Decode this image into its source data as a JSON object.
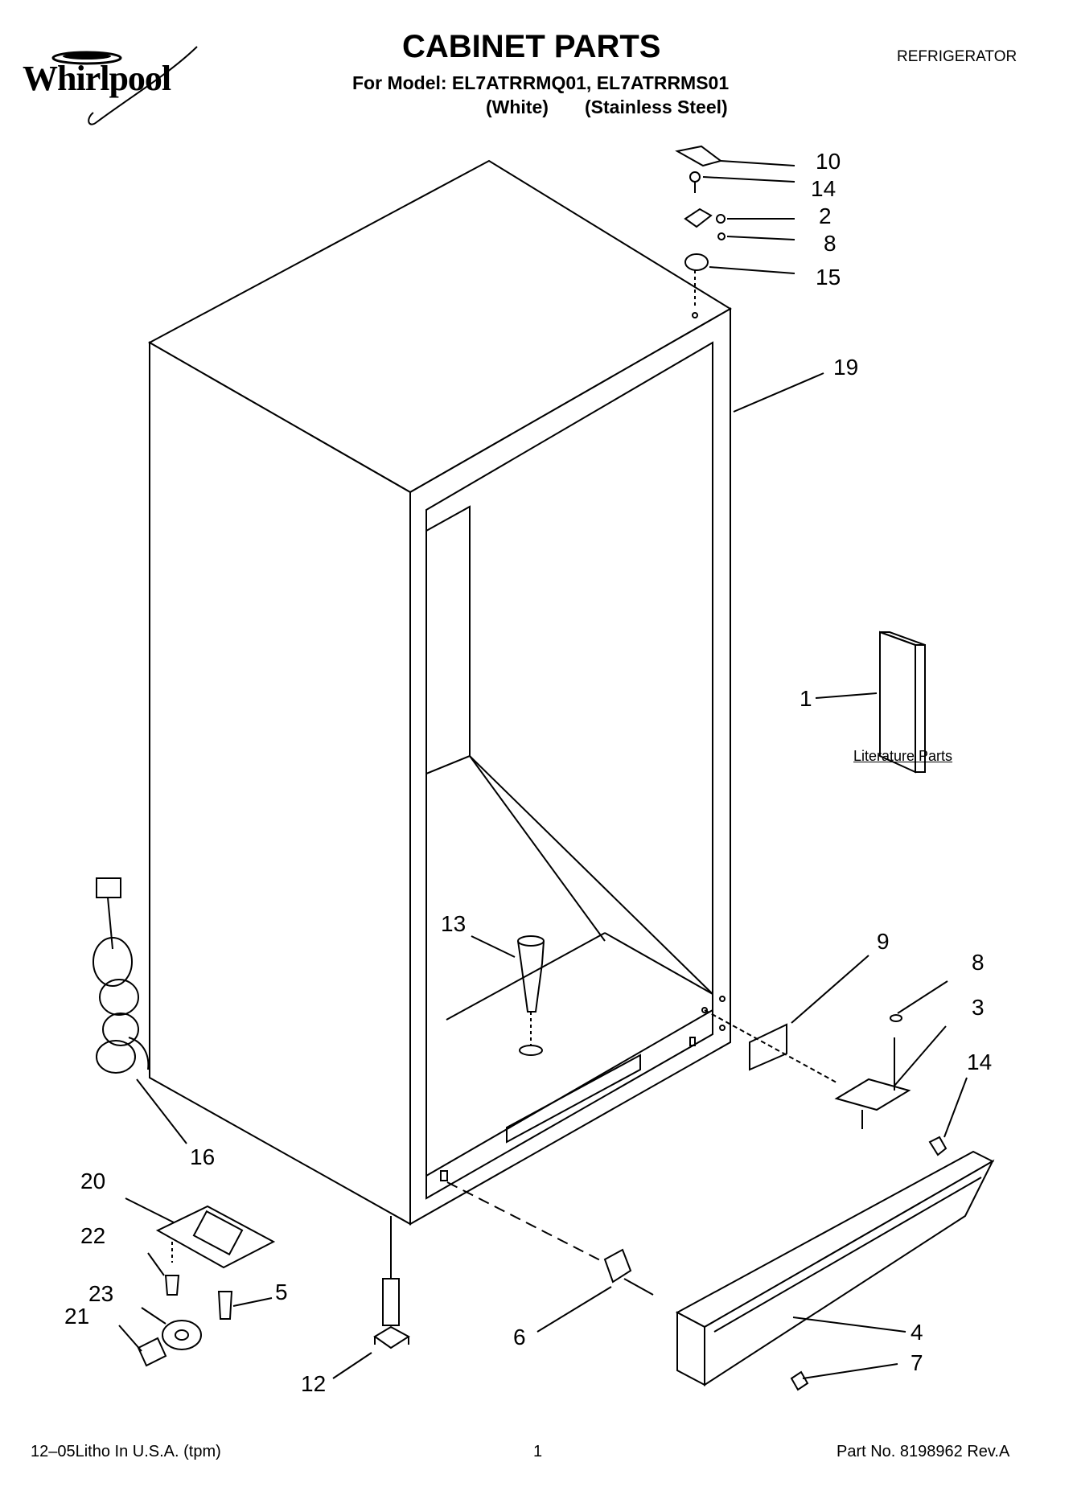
{
  "header": {
    "brand": "Whirlpool",
    "title": "CABINET PARTS",
    "category": "REFRIGERATOR",
    "model_line": "For Model: EL7ATRRMQ01, EL7ATRRMS01",
    "variant_white": "(White)",
    "variant_stainless": "(Stainless Steel)"
  },
  "diagram": {
    "literature_label": "Literature Parts",
    "callouts": {
      "c10": "10",
      "c14a": "14",
      "c2": "2",
      "c8a": "8",
      "c15": "15",
      "c19": "19",
      "c1": "1",
      "c13": "13",
      "c9": "9",
      "c8b": "8",
      "c3": "3",
      "c14b": "14",
      "c16": "16",
      "c20": "20",
      "c22": "22",
      "c5": "5",
      "c23": "23",
      "c21": "21",
      "c12": "12",
      "c6": "6",
      "c4": "4",
      "c7": "7"
    }
  },
  "footer": {
    "litho": "12–05Litho In U.S.A. (tpm)",
    "page": "1",
    "part_no": "Part No. 8198962 Rev.A"
  }
}
